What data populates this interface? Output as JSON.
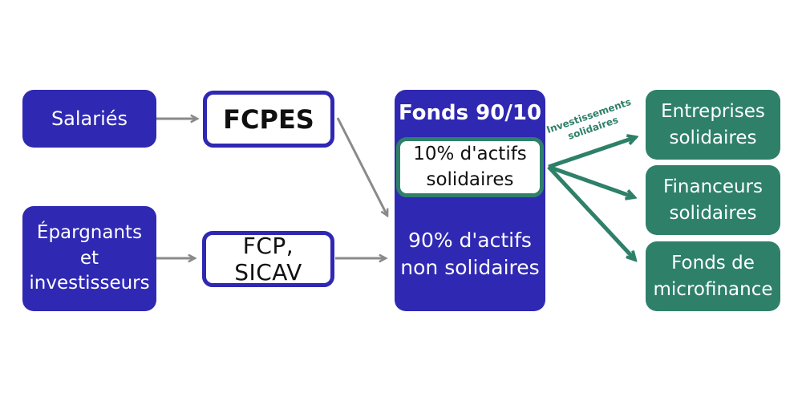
{
  "colors": {
    "blue": "#2f28b2",
    "green": "#2e8069",
    "arrow_gray": "#8a8a8a",
    "box_text_light": "#ffffff",
    "box_text_dark": "#101010"
  },
  "boxes": {
    "salaries": {
      "label": "Salariés"
    },
    "fcpes": {
      "label": "FCPES"
    },
    "epargnants": {
      "lines": [
        "Épargnants",
        "et",
        "investisseurs"
      ]
    },
    "fcp_sicav": {
      "label": "FCP, SICAV"
    },
    "fonds": {
      "title": "Fonds 90/10",
      "solidaire_lines": [
        "10% d'actifs",
        "solidaires"
      ],
      "non_solidaire_lines": [
        "90% d'actifs",
        "non solidaires"
      ]
    },
    "entreprises": {
      "lines": [
        "Entreprises",
        "solidaires"
      ]
    },
    "financeurs": {
      "lines": [
        "Financeurs",
        "solidaires"
      ]
    },
    "microfinance": {
      "lines": [
        "Fonds de",
        "microfinance"
      ]
    }
  },
  "arrow_label_lines": [
    "Investissements",
    "solidaires"
  ]
}
